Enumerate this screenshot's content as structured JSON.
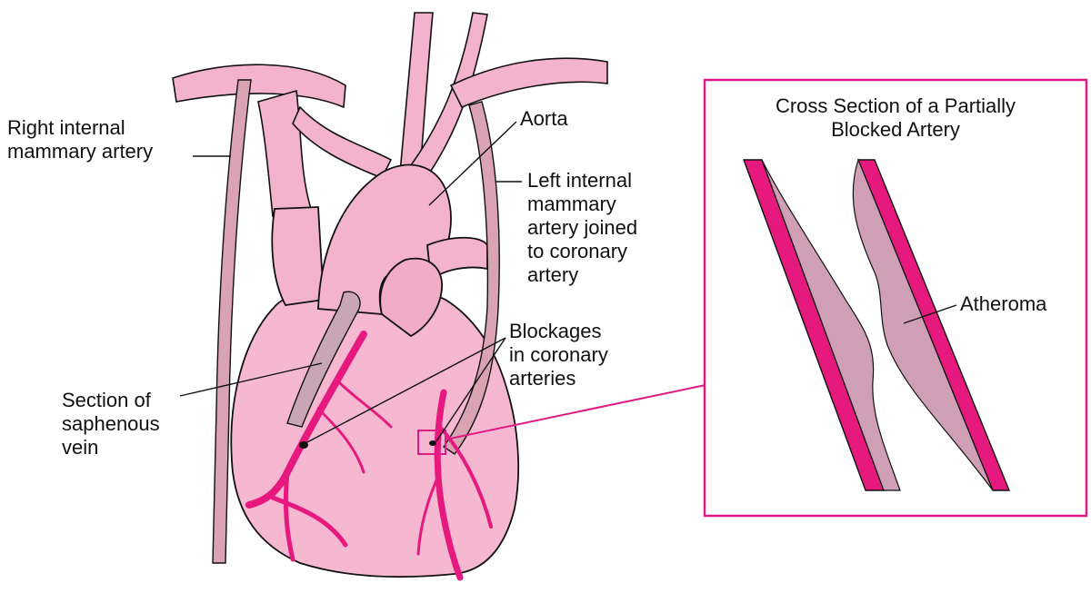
{
  "labels": {
    "right_internal_mammary_artery": "Right internal\nmammary artery",
    "aorta": "Aorta",
    "left_internal_mammary_artery": "Left internal\nmammary\nartery joined\nto coronary\nartery",
    "blockages": "Blockages\nin coronary\narteries",
    "saphenous_vein": "Section of\nsaphenous\nvein",
    "atheroma": "Atheroma"
  },
  "inset": {
    "title": "Cross Section of a Partially\nBlocked Artery"
  },
  "colors": {
    "heart_fill": "#f6b8d1",
    "vessel_fill": "#f4b3cd",
    "mammary_artery": "#d9a3b4",
    "saphenous_vein": "#c9a6b3",
    "coronary_artery": "#e6197e",
    "plaque": "#cf9fb6",
    "outline": "#111111",
    "callout": "#e01a84"
  }
}
